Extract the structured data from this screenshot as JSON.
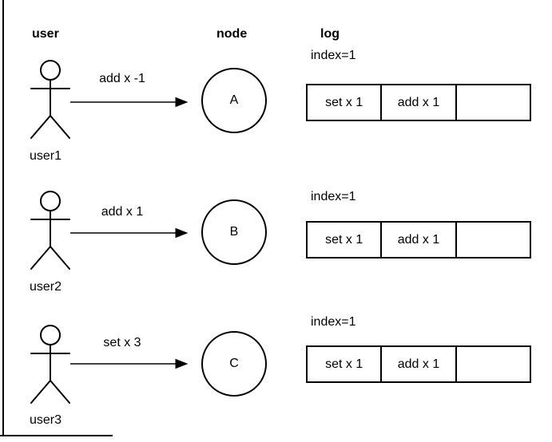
{
  "canvas": {
    "background": "#ffffff",
    "stroke_color": "#000000"
  },
  "headers": {
    "user": "user",
    "node": "node",
    "log": "log"
  },
  "rows": [
    {
      "user_label": "user1",
      "message": "add x -1",
      "node_label": "A",
      "log": {
        "index_label": "index=1",
        "cells": [
          "set x 1",
          "add x 1",
          ""
        ]
      }
    },
    {
      "user_label": "user2",
      "message": "add x 1",
      "node_label": "B",
      "log": {
        "index_label": "index=1",
        "cells": [
          "set x 1",
          "add x 1",
          ""
        ]
      }
    },
    {
      "user_label": "user3",
      "message": "set x 3",
      "node_label": "C",
      "log": {
        "index_label": "index=1",
        "cells": [
          "set x 1",
          "add x 1",
          ""
        ]
      }
    }
  ]
}
